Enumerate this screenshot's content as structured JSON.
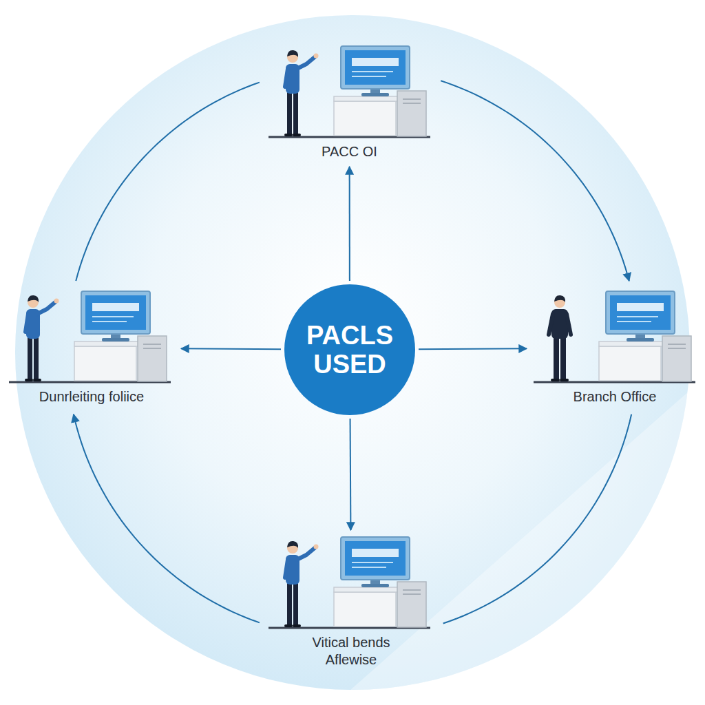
{
  "diagram": {
    "nodes": [
      {
        "text": [
          "PACC OI"
        ]
      },
      {
        "text": [
          "Dunrleiting foliice"
        ]
      },
      {
        "text": [
          "PACLS USED"
        ]
      },
      {
        "text": [
          "Branch Office"
        ]
      },
      {
        "text": [
          "Vitical bends Aflewise"
        ]
      }
    ],
    "edges": [
      {
        "from": 2,
        "to": 0,
        "arrow": "to"
      },
      {
        "from": 2,
        "to": 1,
        "arrow": "to"
      },
      {
        "from": 2,
        "to": 3,
        "arrow": "to"
      },
      {
        "from": 2,
        "to": 4,
        "arrow": "to"
      },
      {
        "from": 0,
        "to": 3,
        "arrow": "to"
      },
      {
        "from": 3,
        "to": 4,
        "arrow": "none"
      },
      {
        "from": 4,
        "to": 1,
        "arrow": "to"
      },
      {
        "from": 1,
        "to": 0,
        "arrow": "none"
      }
    ]
  }
}
